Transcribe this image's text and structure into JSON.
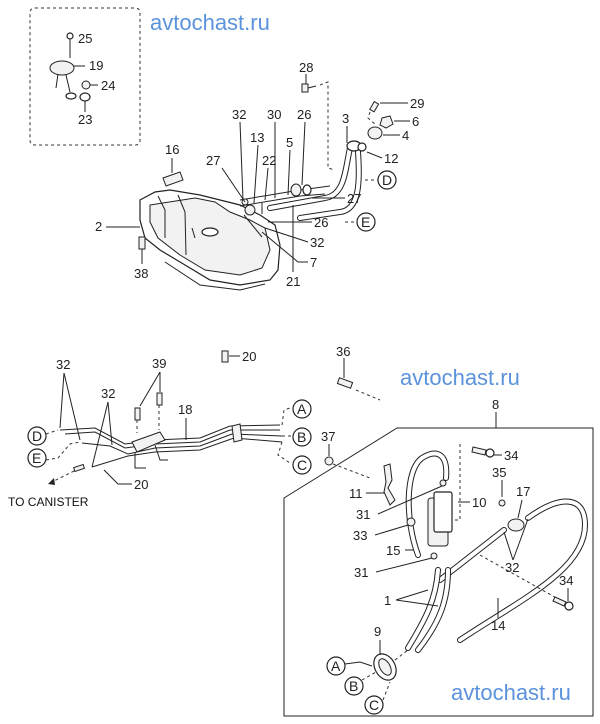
{
  "diagram": {
    "title": "Fuel tank and fuel line parts diagram",
    "watermarks": [
      "avtochast.ru",
      "avtochast.ru",
      "avtochast.ru"
    ],
    "watermark_color": "#3f7fd6",
    "note": "TO CANISTER",
    "part_labels": {
      "p25": "25",
      "p19": "19",
      "p24": "24",
      "p23": "23",
      "p28": "28",
      "p29": "29",
      "p6": "6",
      "p4": "4",
      "p12": "12",
      "p3": "3",
      "p16": "16",
      "p32a": "32",
      "p30": "30",
      "p26a": "26",
      "p13": "13",
      "p27a": "27",
      "p22": "22",
      "p5": "5",
      "p27b": "27",
      "p26b": "26",
      "p2": "2",
      "p32b": "32",
      "p7": "7",
      "p21": "21",
      "p38": "38",
      "p32c": "32",
      "p39": "39",
      "p20a": "20",
      "p36": "36",
      "p32d": "32",
      "p18": "18",
      "p37": "37",
      "p20b": "20",
      "p8": "8",
      "p34a": "34",
      "p35": "35",
      "p17": "17",
      "p11": "11",
      "p10": "10",
      "p31a": "31",
      "p33": "33",
      "p15": "15",
      "p32e": "32",
      "p31b": "31",
      "p1": "1",
      "p34b": "34",
      "p14": "14",
      "p9": "9"
    },
    "connectors": {
      "D1": "D",
      "E1": "E",
      "D2": "D",
      "E2": "E",
      "A1": "A",
      "B1": "B",
      "C1": "C",
      "A2": "A",
      "B2": "B",
      "C2": "C"
    }
  }
}
